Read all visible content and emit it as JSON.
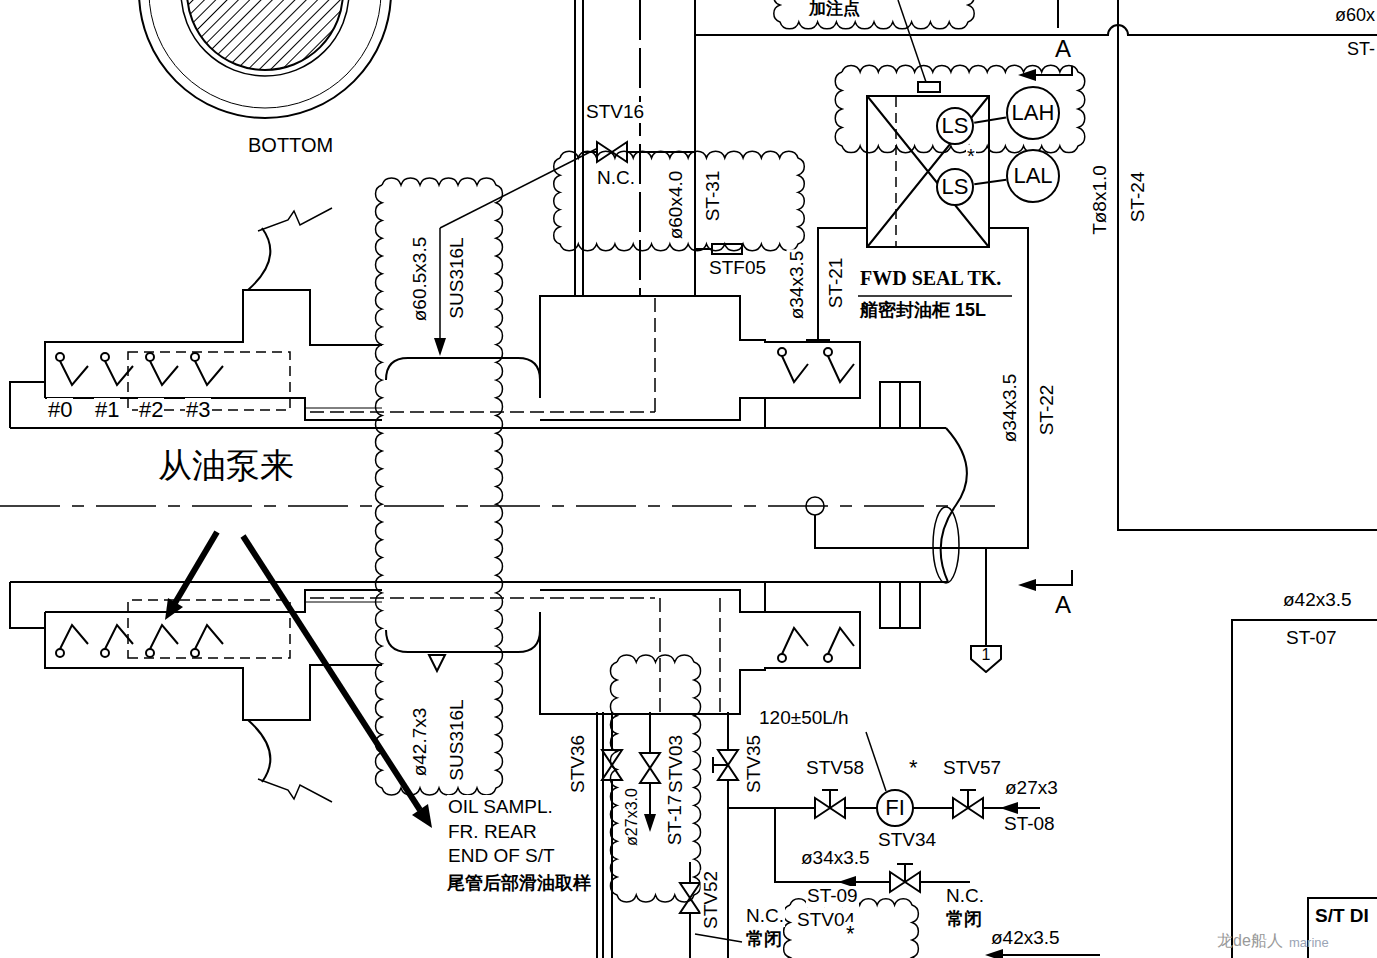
{
  "diagram": {
    "nodes": [
      {
        "text": [
          "FWD SEAL TK.",
          "艏密封油柜 15L"
        ]
      },
      {
        "text": [
          "LS"
        ],
        "in": 0
      },
      {
        "text": [
          "LS"
        ],
        "in": 0
      },
      {
        "text": [
          "LAH"
        ]
      },
      {
        "text": [
          "LAL"
        ]
      },
      {
        "text": [
          "FI"
        ]
      },
      {
        "text": [
          "1"
        ]
      }
    ],
    "edges": [
      {
        "from": 1,
        "to": 3,
        "arrow": "none"
      },
      {
        "from": 2,
        "to": 4,
        "arrow": "none"
      },
      {
        "from": 0,
        "to": 6,
        "arrow": "none"
      }
    ],
    "labels": [
      "加注点",
      "ø60x",
      "ST-",
      "A",
      "BOTTOM",
      "STV16",
      "N.C.",
      "ø60x4.0",
      "ST-31",
      "STF05",
      "ø34x3.5",
      "ST-21",
      "Tø8x1.0",
      "ST-24",
      "*",
      "#0",
      "#1",
      "#2",
      "#3",
      "从油泵来",
      "ø34x3.5",
      "ST-22",
      "A",
      "ø42x3.5",
      "ST-07",
      "ø60.5x3.5",
      "SUS316L",
      "ø42.7x3",
      "SUS316L",
      "STV36",
      "STV03",
      "STV35",
      "120±50L/h",
      "STV58",
      "*",
      "STV57",
      "ø27x3",
      "ST-08",
      "OIL SAMPL. FR. REAR END OF S/T",
      "尾管后部滑油取样",
      "ø27x3.0",
      "ST-17",
      "STV34",
      "ø34x3.5",
      "ST-09",
      "N.C.",
      "常闭",
      "STV52",
      "N.C.",
      "常闭",
      "STV04",
      "*",
      "ø42x3.5",
      "S/T DI",
      "龙de船人",
      "marine"
    ]
  }
}
